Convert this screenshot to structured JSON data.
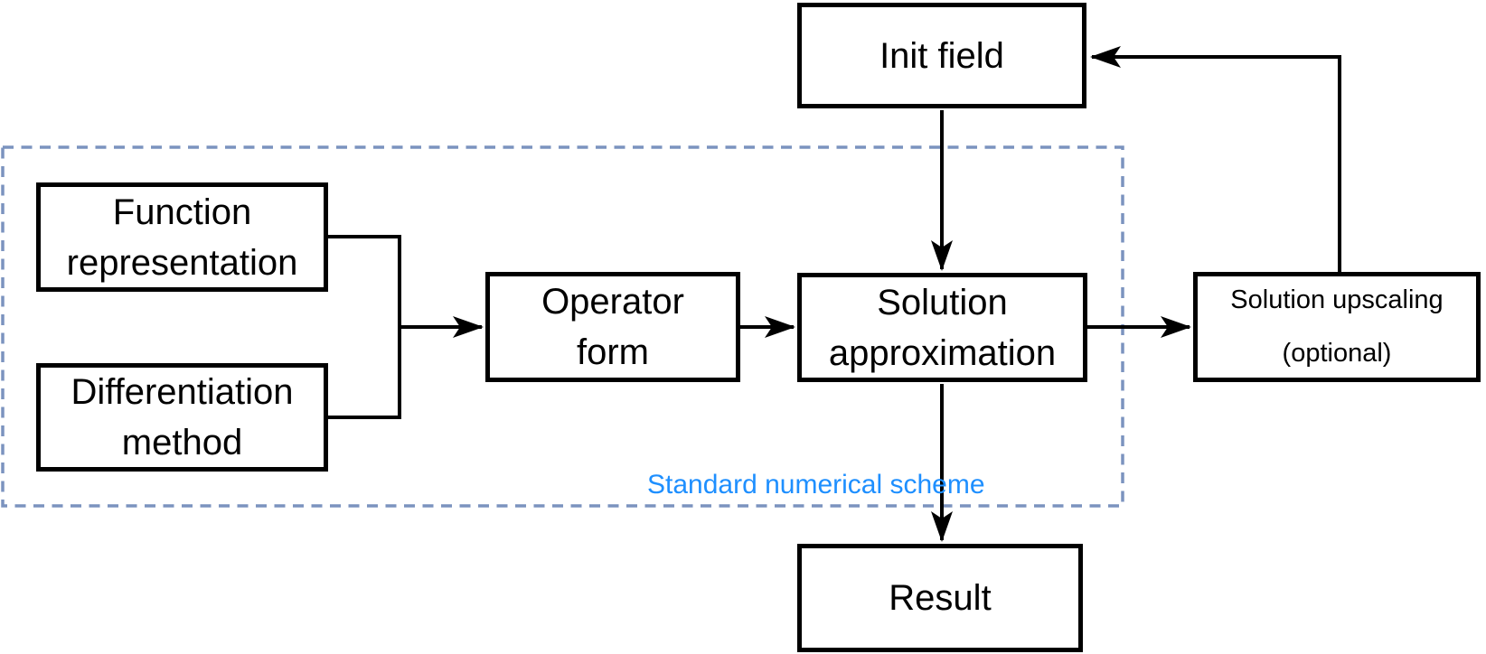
{
  "diagram": {
    "scheme_label": "Standard numerical scheme",
    "nodes": {
      "init_field": {
        "label": "Init field"
      },
      "function_representation": {
        "line1": "Function",
        "line2": "representation"
      },
      "differentiation_method": {
        "line1": "Differentiation",
        "line2": "method"
      },
      "operator_form": {
        "line1": "Operator",
        "line2": "form"
      },
      "solution_approximation": {
        "line1": "Solution",
        "line2": "approximation"
      },
      "solution_upscaling": {
        "line1": "Solution upscaling",
        "line2": "(optional)"
      },
      "result": {
        "label": "Result"
      }
    },
    "colors": {
      "node_stroke": "#000000",
      "connector_stroke": "#000000",
      "scheme_label_blue": "#1e8fff",
      "dashed_border_blue": "#7b93bf",
      "background": "#ffffff"
    }
  }
}
